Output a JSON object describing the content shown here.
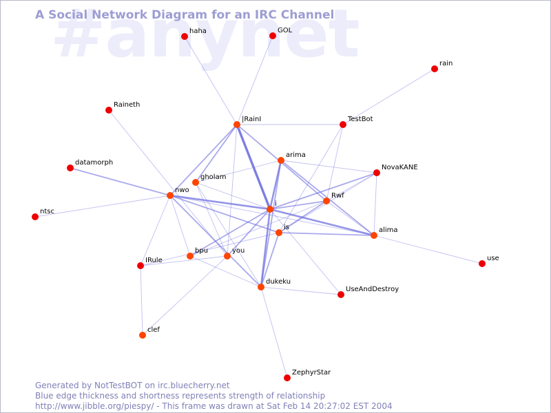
{
  "watermark": "#anynet",
  "title": "A Social Network Diagram for an IRC Channel",
  "footer": {
    "line1": "Generated by NotTestBOT on irc.bluecherry.net",
    "line2": "Blue edge thickness and shortness represents strength of relationship",
    "line3": "http://www.jibble.org/piespy/ - This frame was drawn at Sat Feb 14 20:27:02 EST 2004"
  },
  "colors": {
    "node_red": "#ee0000",
    "node_orange": "#ff4400",
    "edge": "#7070e0",
    "title": "#9d9dd4",
    "footer": "#8080b8"
  },
  "nodes": [
    {
      "id": "haha",
      "label": "haha"
    },
    {
      "id": "GOL",
      "label": "GOL"
    },
    {
      "id": "rain",
      "label": "rain"
    },
    {
      "id": "Raineth",
      "label": "Raineth"
    },
    {
      "id": "IRainI",
      "label": "|RainI"
    },
    {
      "id": "TestBot",
      "label": "TestBot"
    },
    {
      "id": "arima",
      "label": "arima"
    },
    {
      "id": "NovaKANE",
      "label": "NovaKANE"
    },
    {
      "id": "datamorph",
      "label": "datamorph"
    },
    {
      "id": "gholam",
      "label": "gholam"
    },
    {
      "id": "nwo",
      "label": "nwo"
    },
    {
      "id": "Rwf",
      "label": "Rwf"
    },
    {
      "id": "i",
      "label": "i"
    },
    {
      "id": "ntsc",
      "label": "ntsc"
    },
    {
      "id": "is",
      "label": "is"
    },
    {
      "id": "alima",
      "label": "alima"
    },
    {
      "id": "bpu",
      "label": "bpu"
    },
    {
      "id": "you",
      "label": "you"
    },
    {
      "id": "IRule",
      "label": "IRule"
    },
    {
      "id": "use",
      "label": "use"
    },
    {
      "id": "dukeku",
      "label": "dukeku"
    },
    {
      "id": "UseAndDestroy",
      "label": "UseAndDestroy"
    },
    {
      "id": "clef",
      "label": "clef"
    },
    {
      "id": "ZephyrStar",
      "label": "ZephyrStar"
    }
  ],
  "edges": [
    {
      "from": "IRainI",
      "to": "haha",
      "weight": 1
    },
    {
      "from": "IRainI",
      "to": "GOL",
      "weight": 1
    },
    {
      "from": "IRainI",
      "to": "TestBot",
      "weight": 1
    },
    {
      "from": "IRainI",
      "to": "i",
      "weight": 4
    },
    {
      "from": "IRainI",
      "to": "Rwf",
      "weight": 2
    },
    {
      "from": "IRainI",
      "to": "nwo",
      "weight": 2
    },
    {
      "from": "IRainI",
      "to": "gholam",
      "weight": 2
    },
    {
      "from": "IRainI",
      "to": "you",
      "weight": 1
    },
    {
      "from": "TestBot",
      "to": "rain",
      "weight": 1
    },
    {
      "from": "TestBot",
      "to": "Rwf",
      "weight": 1
    },
    {
      "from": "TestBot",
      "to": "is",
      "weight": 1
    },
    {
      "from": "Raineth",
      "to": "you",
      "weight": 1
    },
    {
      "from": "datamorph",
      "to": "nwo",
      "weight": 2
    },
    {
      "from": "ntsc",
      "to": "nwo",
      "weight": 1
    },
    {
      "from": "nwo",
      "to": "i",
      "weight": 3
    },
    {
      "from": "nwo",
      "to": "is",
      "weight": 2
    },
    {
      "from": "nwo",
      "to": "dukeku",
      "weight": 2
    },
    {
      "from": "nwo",
      "to": "IRule",
      "weight": 1
    },
    {
      "from": "nwo",
      "to": "bpu",
      "weight": 1
    },
    {
      "from": "nwo",
      "to": "alima",
      "weight": 1
    },
    {
      "from": "gholam",
      "to": "arima",
      "weight": 1
    },
    {
      "from": "gholam",
      "to": "i",
      "weight": 1
    },
    {
      "from": "gholam",
      "to": "you",
      "weight": 1
    },
    {
      "from": "gholam",
      "to": "dukeku",
      "weight": 1
    },
    {
      "from": "arima",
      "to": "i",
      "weight": 3
    },
    {
      "from": "arima",
      "to": "NovaKANE",
      "weight": 1
    },
    {
      "from": "arima",
      "to": "alima",
      "weight": 2
    },
    {
      "from": "arima",
      "to": "dukeku",
      "weight": 2
    },
    {
      "from": "i",
      "to": "Rwf",
      "weight": 2
    },
    {
      "from": "i",
      "to": "NovaKANE",
      "weight": 2
    },
    {
      "from": "i",
      "to": "alima",
      "weight": 3
    },
    {
      "from": "i",
      "to": "bpu",
      "weight": 2
    },
    {
      "from": "i",
      "to": "you",
      "weight": 2
    },
    {
      "from": "i",
      "to": "dukeku",
      "weight": 3
    },
    {
      "from": "i",
      "to": "UseAndDestroy",
      "weight": 1
    },
    {
      "from": "Rwf",
      "to": "NovaKANE",
      "weight": 1
    },
    {
      "from": "Rwf",
      "to": "is",
      "weight": 2
    },
    {
      "from": "Rwf",
      "to": "bpu",
      "weight": 1
    },
    {
      "from": "Rwf",
      "to": "alima",
      "weight": 1
    },
    {
      "from": "NovaKANE",
      "to": "alima",
      "weight": 1
    },
    {
      "from": "NovaKANE",
      "to": "is",
      "weight": 1
    },
    {
      "from": "is",
      "to": "alima",
      "weight": 2
    },
    {
      "from": "is",
      "to": "dukeku",
      "weight": 2
    },
    {
      "from": "is",
      "to": "IRule",
      "weight": 1
    },
    {
      "from": "alima",
      "to": "use",
      "weight": 1
    },
    {
      "from": "dukeku",
      "to": "UseAndDestroy",
      "weight": 1
    },
    {
      "from": "dukeku",
      "to": "ZephyrStar",
      "weight": 1
    },
    {
      "from": "dukeku",
      "to": "bpu",
      "weight": 1
    },
    {
      "from": "IRule",
      "to": "clef",
      "weight": 1
    },
    {
      "from": "IRule",
      "to": "you",
      "weight": 1
    },
    {
      "from": "you",
      "to": "clef",
      "weight": 1
    }
  ]
}
